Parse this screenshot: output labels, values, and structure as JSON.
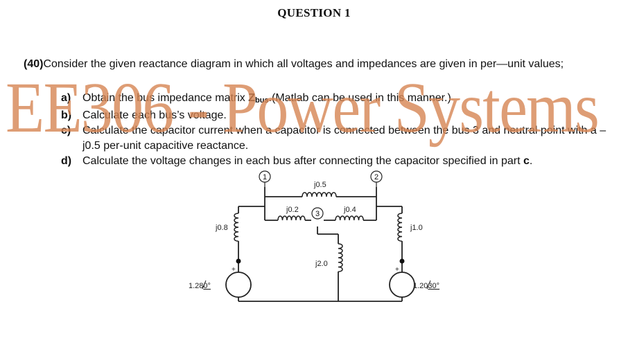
{
  "title": "QUESTION 1",
  "intro": {
    "points": "(40)",
    "text": "Consider the given reactance diagram in which all voltages and impedances are given in per—unit values;"
  },
  "items": [
    {
      "label": "a)",
      "text": "Obtain the bus impedance matrix ",
      "bold": "Z",
      "sub": "bus",
      "rest": ".(Matlab can be used in this manner.)"
    },
    {
      "label": "b)",
      "text": "Calculate each bus’s voltage."
    },
    {
      "label": "c)",
      "text": "Calculate the capacitor current when a capacitor is connected between the bus 3 and neutral point with a –j0.5 per-unit capacitive reactance."
    },
    {
      "label": "d)",
      "text": "Calculate the voltage changes in each bus after connecting the capacitor specified in part ",
      "bold": "c",
      "rest": "."
    }
  ],
  "watermark": "EE306 - Power Systems",
  "circuit": {
    "bus1": "1",
    "bus2": "2",
    "bus3": "3",
    "x12": "j0.5",
    "x13": "j0.2",
    "x23": "j0.4",
    "x_left": "j0.8",
    "x_right": "j1.0",
    "x_mid": "j2.0",
    "src_left": "1.28/0°",
    "src_right": "1.20/30°",
    "src_left_mag": "1.28",
    "src_left_ang": "0°",
    "src_right_mag": "1.20",
    "src_right_ang": "30°",
    "plus": "+"
  }
}
